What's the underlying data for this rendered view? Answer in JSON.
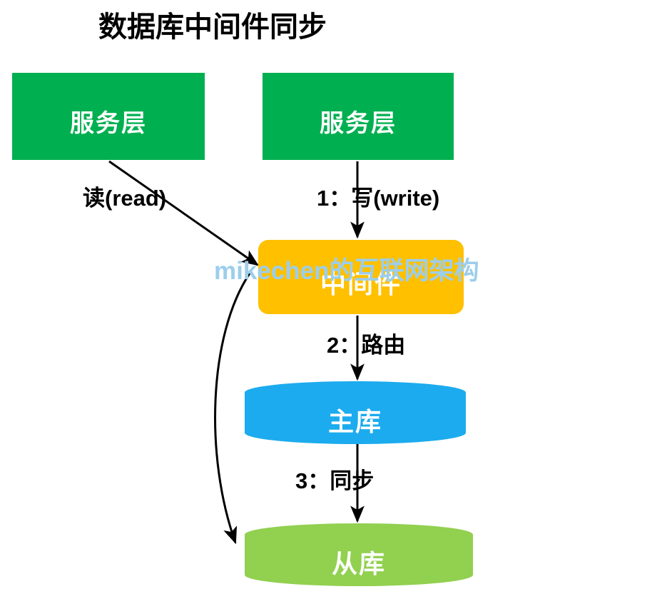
{
  "title": "数据库中间件同步",
  "watermark": "mikechen的互联网架构",
  "colors": {
    "service": "#00AF50",
    "middleware": "#FFC000",
    "master_db": "#1CABEE",
    "slave_db": "#92D050",
    "arrow": "#000000",
    "watermark": "#9CCEEC",
    "background": "#FFFFFF",
    "node_text": "#FFFFFF",
    "label_text": "#000000"
  },
  "nodes": {
    "service_left": {
      "label": "服务层",
      "shape": "rect"
    },
    "service_right": {
      "label": "服务层",
      "shape": "rect"
    },
    "middleware": {
      "label": "中间件",
      "shape": "rounded-rect"
    },
    "master_db": {
      "label": "主库",
      "shape": "cylinder"
    },
    "slave_db": {
      "label": "从库",
      "shape": "cylinder"
    }
  },
  "edges": {
    "read": {
      "label": "读(read)",
      "from": "slave_db",
      "to": "middleware"
    },
    "write": {
      "label": "1：写(write)",
      "from": "service_right",
      "to": "middleware"
    },
    "route": {
      "label": "2：路由",
      "from": "middleware",
      "to": "master_db"
    },
    "sync": {
      "label": "3：同步",
      "from": "master_db",
      "to": "slave_db"
    }
  }
}
